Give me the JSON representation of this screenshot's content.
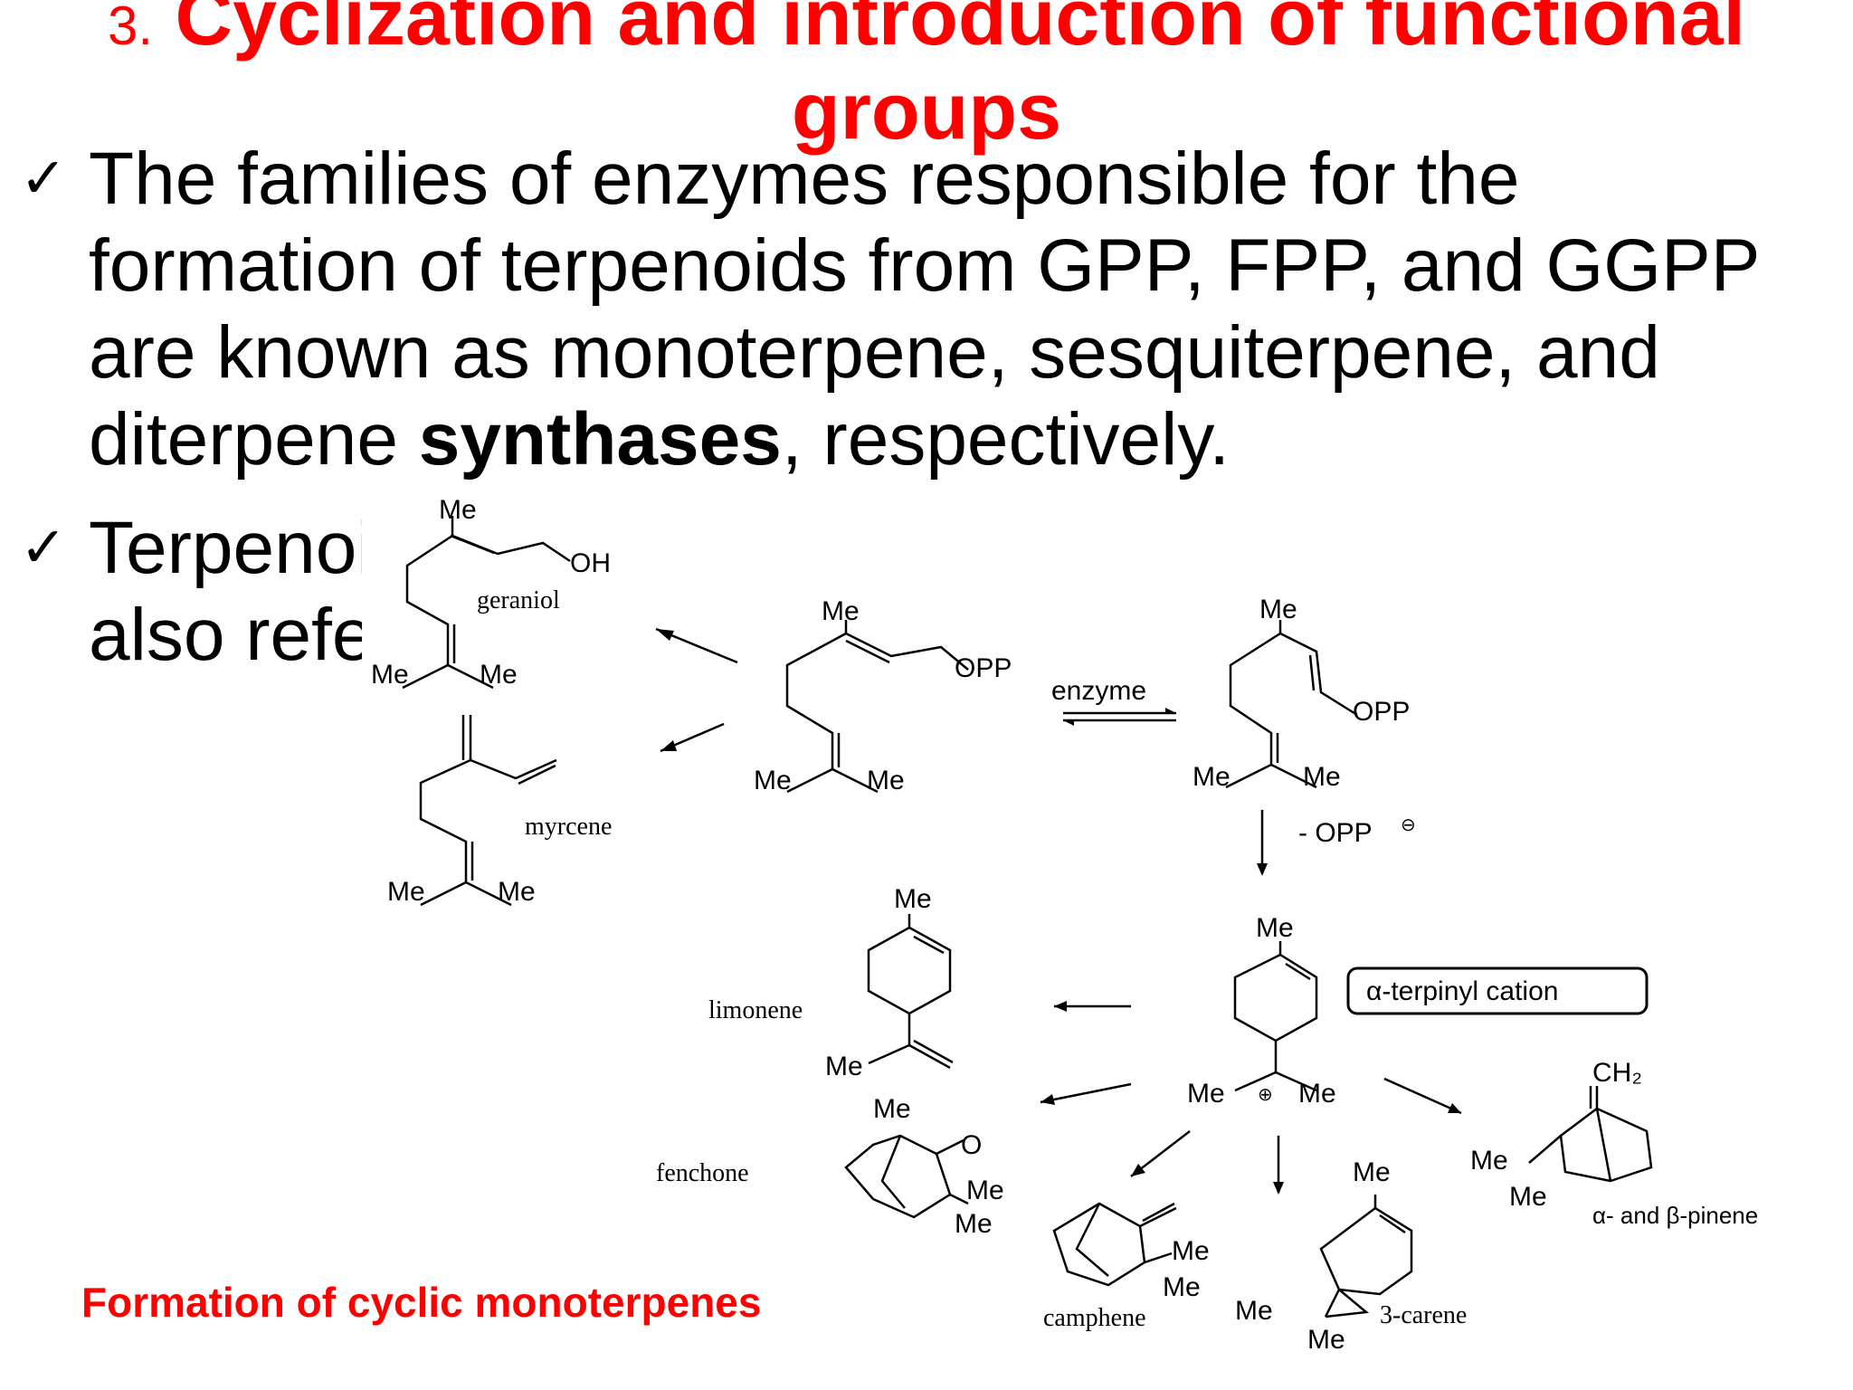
{
  "slide": {
    "title_number": "3.",
    "title": "Cyclization and introduction of functional groups",
    "bullets": [
      {
        "text_before": "The families of enzymes responsible for the formation of terpenoids from GPP, FPP, and GGPP are known as monoterpene, sesquiterpene, and diterpene ",
        "bold": "synthases",
        "text_after": ", respectively."
      },
      {
        "text": "Terpenoi also refe"
      }
    ],
    "check_icon": "check-mark-icon",
    "caption": "Formation of  cyclic monoterpenes",
    "accent_color": "#ff0000"
  },
  "scheme": {
    "labels": {
      "me": "Me",
      "oh": "OH",
      "opp": "OPP",
      "enzyme": "enzyme",
      "minus_opp": "- OPP",
      "minus_sign": "⊖",
      "plus_sign": "⊕",
      "o": "O",
      "ch2": "CH₂"
    },
    "names": {
      "geraniol": "geraniol",
      "myrcene": "myrcene",
      "limonene": "limonene",
      "fenchone": "fenchone",
      "camphene": "camphene",
      "carene": "3-carene",
      "pinene": "α- and β-pinene",
      "cation": "α-terpinyl cation"
    }
  }
}
